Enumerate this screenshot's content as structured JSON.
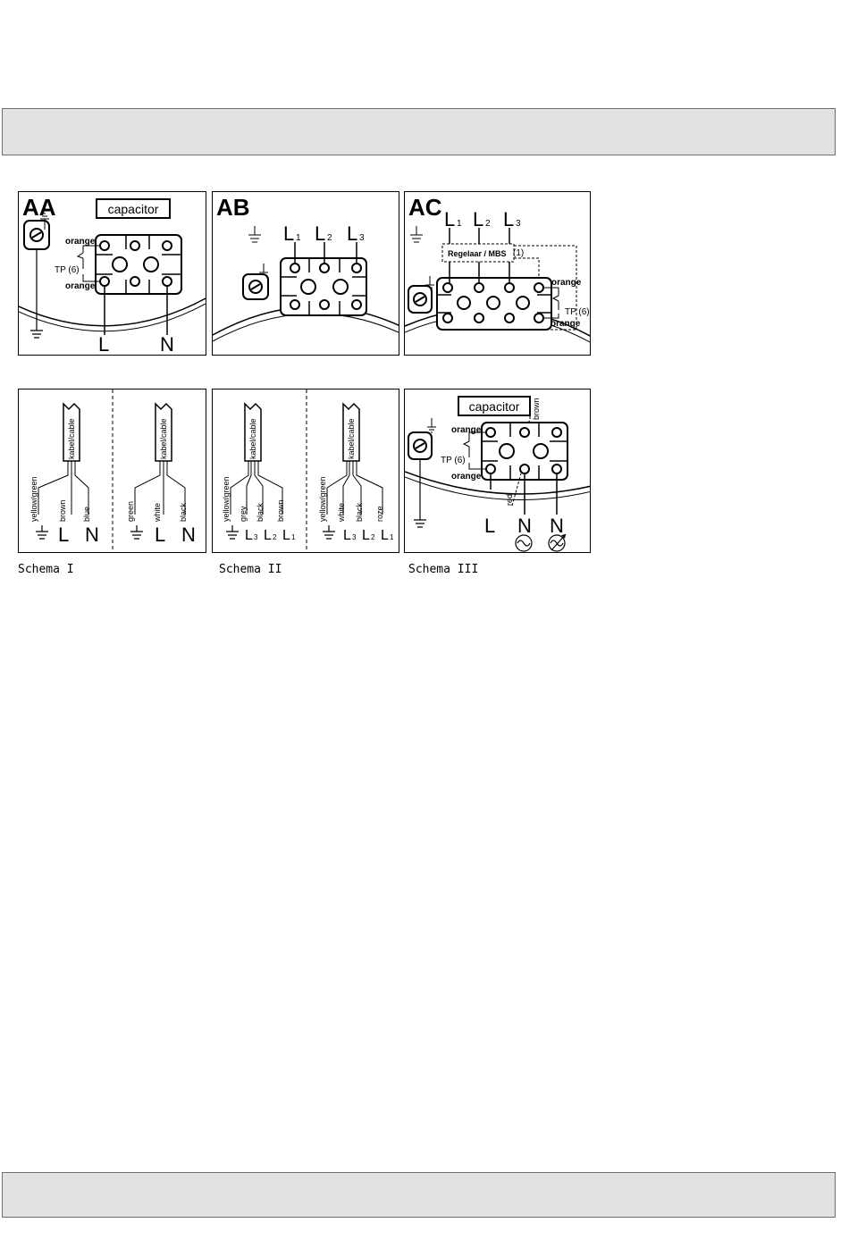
{
  "panels": {
    "aa": {
      "code": "AA",
      "capacitor": "capacitor",
      "orange_top": "orange",
      "orange_bottom": "orange",
      "tp": "TP (6)",
      "line": "L",
      "neutral": "N"
    },
    "ab": {
      "code": "AB",
      "l1": "L",
      "l1_sub": "1",
      "l2": "L",
      "l2_sub": "2",
      "l3": "L",
      "l3_sub": "3"
    },
    "ac": {
      "code": "AC",
      "l1": "L",
      "l1_sub": "1",
      "l2": "L",
      "l2_sub": "2",
      "l3": "L",
      "l3_sub": "3",
      "regelaar": "Regelaar / MBS",
      "note": "(1)",
      "orange_top": "orange",
      "orange_bottom": "orange",
      "tp": "TP (6)"
    },
    "schema1": {
      "left": {
        "cable": "kabel/cable",
        "wires": [
          "yellow/green",
          "brown",
          "blue"
        ],
        "line": "L",
        "neutral": "N"
      },
      "right": {
        "cable": "kabel/cable",
        "wires": [
          "green",
          "white",
          "black"
        ],
        "line": "L",
        "neutral": "N"
      }
    },
    "schema2": {
      "left": {
        "cable": "kabel/cable",
        "wires": [
          "yellow/green",
          "grey",
          "black",
          "brown"
        ],
        "terms": [
          "L",
          "L",
          "L"
        ],
        "subs": [
          "3",
          "2",
          "1"
        ]
      },
      "right": {
        "cable": "kabel/cable",
        "wires": [
          "yellow/green",
          "white",
          "black",
          "roze"
        ],
        "terms": [
          "L",
          "L",
          "L"
        ],
        "subs": [
          "3",
          "2",
          "1"
        ]
      }
    },
    "schema3": {
      "capacitor": "capacitor",
      "brown": "brown",
      "orange_top": "orange",
      "orange_bottom": "orange",
      "tp": "TP (6)",
      "red": "red",
      "line": "L",
      "n1": "N",
      "n2": "N"
    }
  },
  "captions": {
    "c1": "Schema I",
    "c2": "Schema II",
    "c3": "Schema III"
  }
}
